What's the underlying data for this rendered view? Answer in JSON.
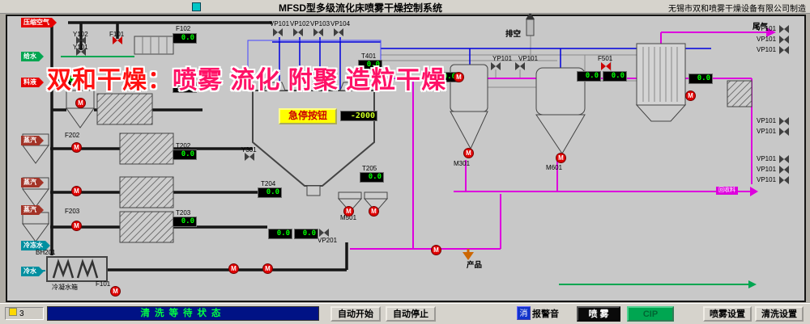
{
  "titlebar": {
    "title": "MFSD型多级流化床喷雾干燥控制系统",
    "manufacturer": "无锡市双和喷雾干燥设备有限公司制造"
  },
  "watermark": {
    "prefix": "双和干燥：",
    "rest": "喷雾 流化 附聚 造粒干燥"
  },
  "colors": {
    "pipe_magenta": "#dd00dd",
    "pipe_blue": "#0000dd",
    "pipe_green": "#00a651",
    "display_text_green": "#00ff00",
    "display_text_yellow": "#ccff22",
    "alarm_red": "#e00000",
    "estop_yellow": "#ffff00",
    "status_bar_blue": "#001285",
    "status_text_green": "#00ff44",
    "cip_button_green": "#00a651"
  },
  "diagram": {
    "motor_glyph": "M",
    "emergency_button": "急停按钮",
    "inlets": [
      {
        "label": "压缩空气"
      },
      {
        "label": "给水"
      },
      {
        "label": "料液"
      },
      {
        "label": "蒸汽"
      },
      {
        "label": "蒸汽"
      },
      {
        "label": "蒸汽"
      },
      {
        "label": "冷冻水"
      },
      {
        "label": "冷水"
      }
    ],
    "tags": [
      "排空",
      "尾气",
      "产品",
      "冷凝水箱",
      "回收料",
      "BH201",
      "Y102",
      "F101",
      "Y101",
      "F102",
      "VP101",
      "VP102",
      "VP103",
      "VP104",
      "T401",
      "YP101",
      "VP101",
      "F501",
      "T201",
      "T202",
      "T203",
      "T204",
      "T205",
      "Y301",
      "M501",
      "VP201",
      "M301",
      "M601",
      "F202",
      "F203",
      "F101",
      "VP101",
      "VP101",
      "VP101",
      "VP101",
      "VP101",
      "VP101",
      "VP101",
      "VP101"
    ],
    "displays": [
      "0.0",
      "0.0",
      "0.0",
      "0.0",
      "-2000",
      "0.0",
      "0.0",
      "0.0",
      "0.0",
      "0.0",
      "0.0",
      "0.0",
      "0.0",
      "0.0",
      "0.0"
    ]
  },
  "statusbar": {
    "counter": "3",
    "status": "清洗等待状态",
    "buttons": {
      "auto_start": "自动开始",
      "auto_stop": "自动停止",
      "mute": "消",
      "alarm": "报警音",
      "spray": "喷 雾",
      "cip": "CIP",
      "spray_settings": "喷雾设置",
      "clean_settings": "清洗设置"
    }
  }
}
